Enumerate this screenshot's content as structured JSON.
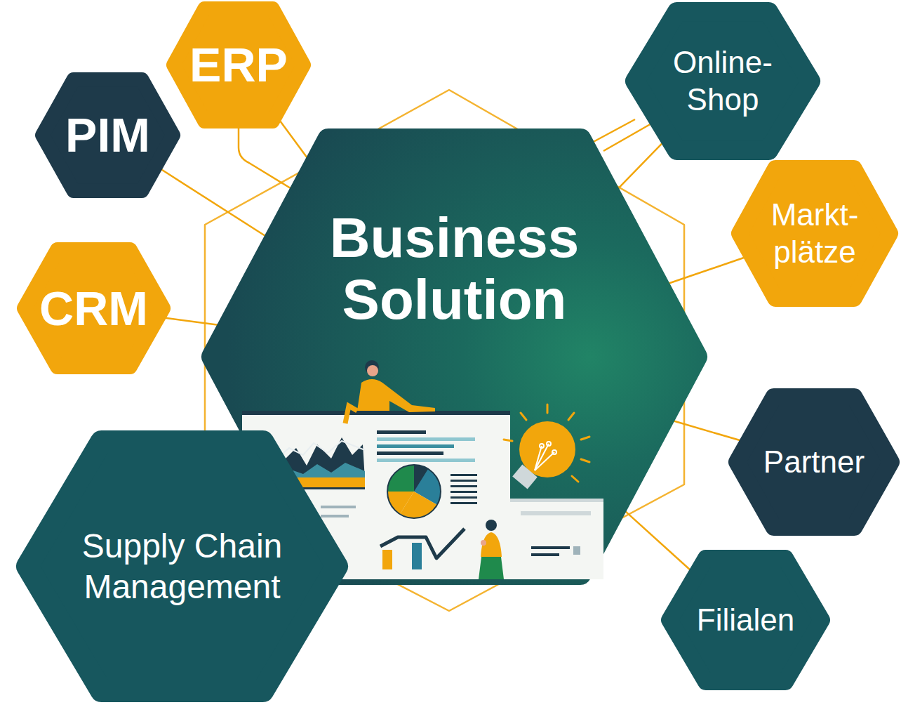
{
  "diagram": {
    "nodes": [
      {
        "text": [
          "ERP"
        ]
      },
      {
        "text": [
          "Online- Shop"
        ]
      },
      {
        "text": [
          "PIM"
        ]
      },
      {
        "text": [
          "Markt- plätze"
        ]
      },
      {
        "text": [
          "Business Solution"
        ]
      },
      {
        "text": [
          "CRM"
        ]
      },
      {
        "text": [
          "Partner"
        ]
      },
      {
        "text": [
          "Supply Chain Management"
        ]
      },
      {
        "text": [
          "Filialen"
        ]
      }
    ],
    "edges": [
      {
        "from": 4,
        "to": 0,
        "arrow": "none"
      },
      {
        "from": 4,
        "to": 1,
        "arrow": "none"
      },
      {
        "from": 4,
        "to": 2,
        "arrow": "none"
      },
      {
        "from": 4,
        "to": 3,
        "arrow": "none"
      },
      {
        "from": 4,
        "to": 5,
        "arrow": "none"
      },
      {
        "from": 4,
        "to": 6,
        "arrow": "none"
      },
      {
        "from": 4,
        "to": 7,
        "arrow": "none"
      },
      {
        "from": 4,
        "to": 8,
        "arrow": "none"
      }
    ]
  }
}
